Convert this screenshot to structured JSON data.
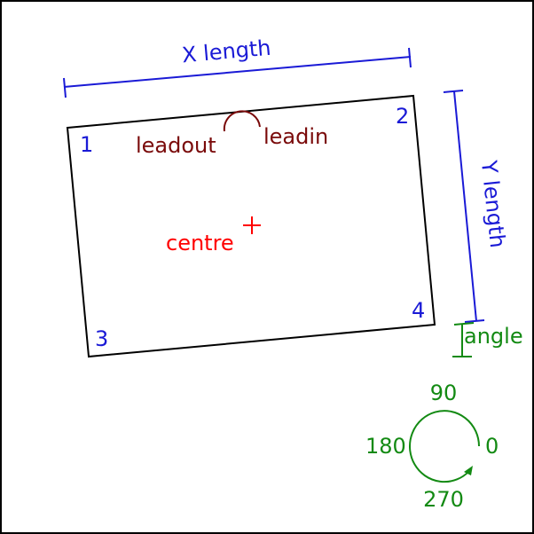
{
  "dimensions": {
    "x_length_label": "X length",
    "y_length_label": "Y length"
  },
  "corners": [
    "1",
    "2",
    "3",
    "4"
  ],
  "leadout_label": "leadout",
  "leadin_label": "leadin",
  "centre_label": "centre",
  "angle_label": "angle",
  "angle_legend": {
    "top": "90",
    "left": "180",
    "right": "0",
    "bottom": "270"
  },
  "colors": {
    "dimension": "#1a1ad6",
    "lead": "#7a0a0a",
    "centre": "#ff0000",
    "angle": "#138a13",
    "outline": "#000000"
  }
}
